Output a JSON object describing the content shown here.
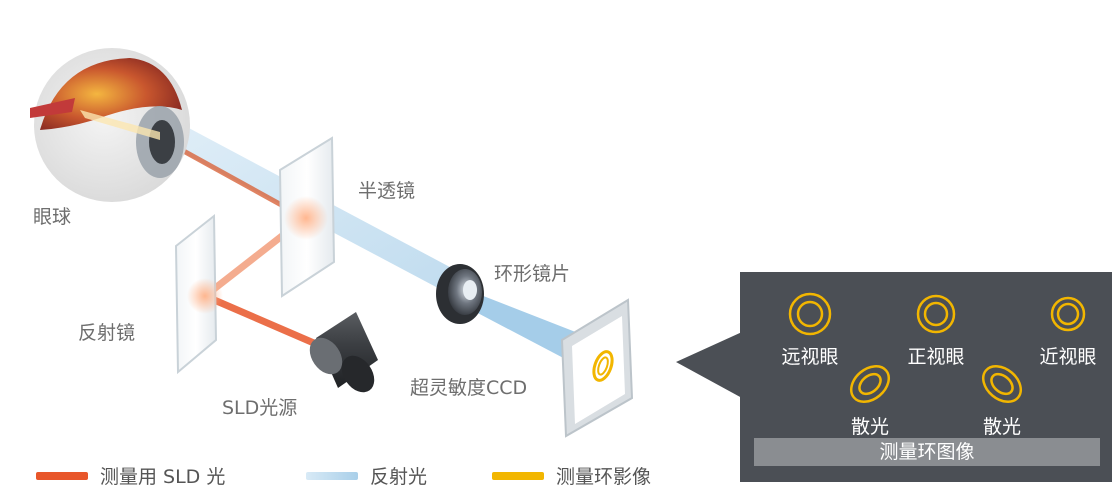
{
  "labels": {
    "eye": "眼球",
    "half_mirror": "半透镜",
    "ring_lens": "环形镜片",
    "reflector": "反射镜",
    "sld_source": "SLD光源",
    "ccd": "超灵敏度CCD"
  },
  "legend": [
    {
      "label": "测量用 SLD 光",
      "color": "#e8562a"
    },
    {
      "label": "反射光",
      "color": "#bcd9ec"
    },
    {
      "label": "测量环影像",
      "color": "#f2b600"
    }
  ],
  "panel": {
    "caption": "测量环图像",
    "rings": [
      {
        "label": "远视眼",
        "shape": "circle"
      },
      {
        "label": "正视眼",
        "shape": "circle"
      },
      {
        "label": "近视眼",
        "shape": "circle"
      },
      {
        "label": "散光",
        "shape": "ellipse-left"
      },
      {
        "label": "散光",
        "shape": "ellipse-right"
      }
    ]
  },
  "colors": {
    "sld_light": "#e8562a",
    "reflected_light": "#bcd9ec",
    "ring_image": "#f2b600",
    "panel_bg": "#4b4f55"
  }
}
